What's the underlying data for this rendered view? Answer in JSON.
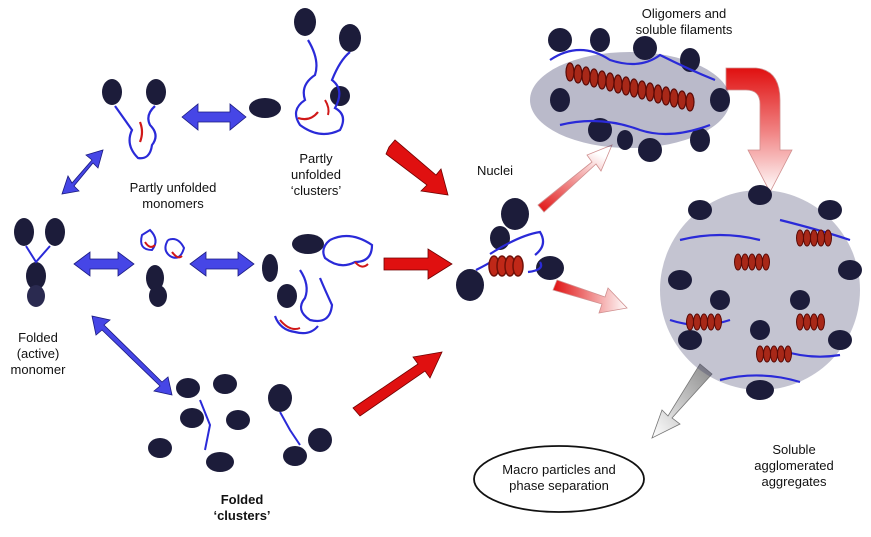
{
  "labels": {
    "folded_monomer": [
      "Folded",
      "(active)",
      "monomer"
    ],
    "partly_unfolded_monomers": [
      "Partly unfolded",
      "monomers"
    ],
    "partly_unfolded_clusters": [
      "Partly",
      "unfolded",
      "‘clusters’"
    ],
    "folded_clusters": [
      "Folded",
      "‘clusters’"
    ],
    "nuclei": "Nuclei",
    "oligomers": [
      "Oligomers and",
      "soluble filaments"
    ],
    "soluble_aggregates": [
      "Soluble",
      "agglomerated",
      "aggregates"
    ],
    "macro_particles": [
      "Macro particles and",
      "phase separation"
    ]
  },
  "colors": {
    "protein_dark": "#1c1c3a",
    "protein_blue": "#2a2ad8",
    "unfolded_red": "#d01818",
    "arrow_blue": "#4646e6",
    "arrow_red": "#e01010",
    "arrow_grey": "#9a9a9a",
    "helix_red": "#8a1a10"
  }
}
